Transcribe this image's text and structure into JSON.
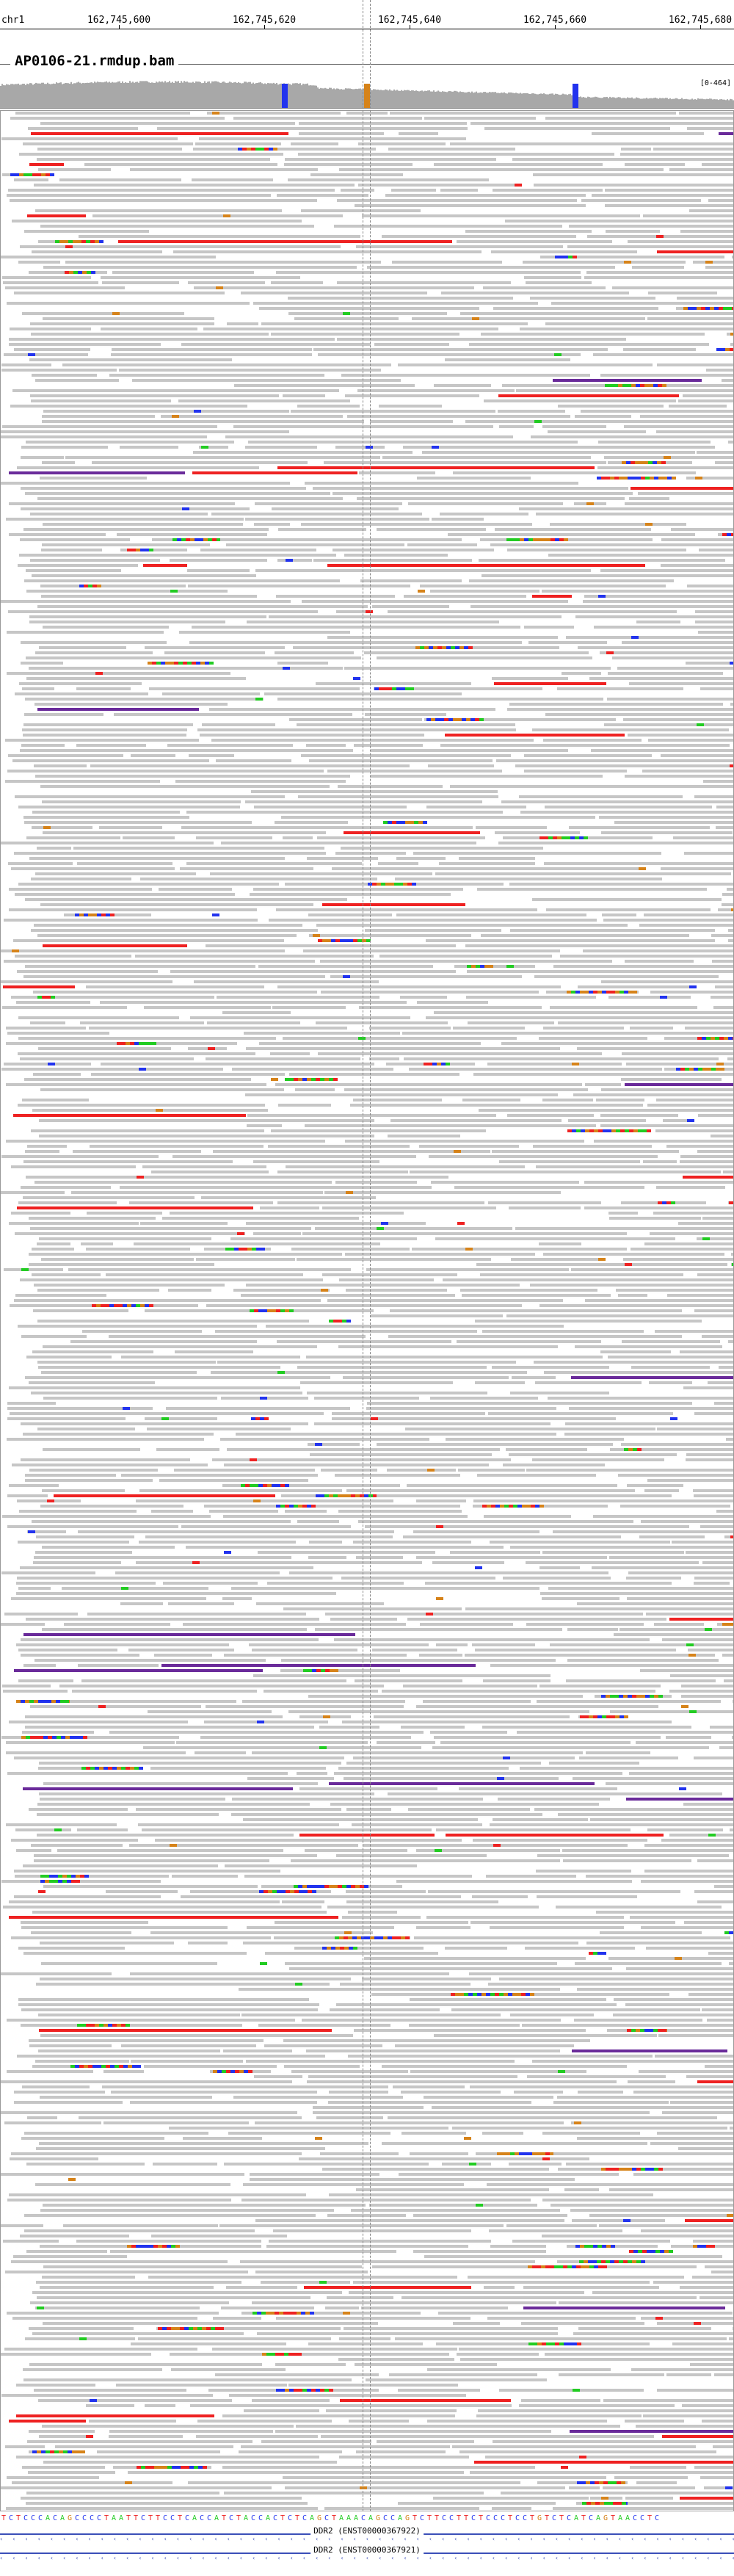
{
  "ruler": {
    "chromosome": "chr1",
    "positions": [
      "162,745,600",
      "162,745,620",
      "162,745,640",
      "162,745,660",
      "162,745,680"
    ]
  },
  "track": {
    "name": "AP0106-21.rmdup.bam",
    "coverage_range": "[0-464]"
  },
  "sequence": "TCTCCCACAGCCCCTAATTCTTCCTCACCATCTACCACTCTCAGCTAAACAGCCAGTCTTCCTTCTCCCTCCTGTCTCATCAGTAACCTC",
  "genes": [
    {
      "label": "DDR2 (ENST00000367922)"
    },
    {
      "label": "DDR2 (ENST00000367921)"
    }
  ],
  "colors": {
    "read": "#c6c6c6",
    "mismatch_A": "#22cc22",
    "mismatch_C": "#2233ee",
    "mismatch_G": "#d6831a",
    "mismatch_T": "#ee2222",
    "deletion_long": "#6a2b9a",
    "coverage": "#a8a8a8",
    "gene": "#3b4fb8"
  }
}
